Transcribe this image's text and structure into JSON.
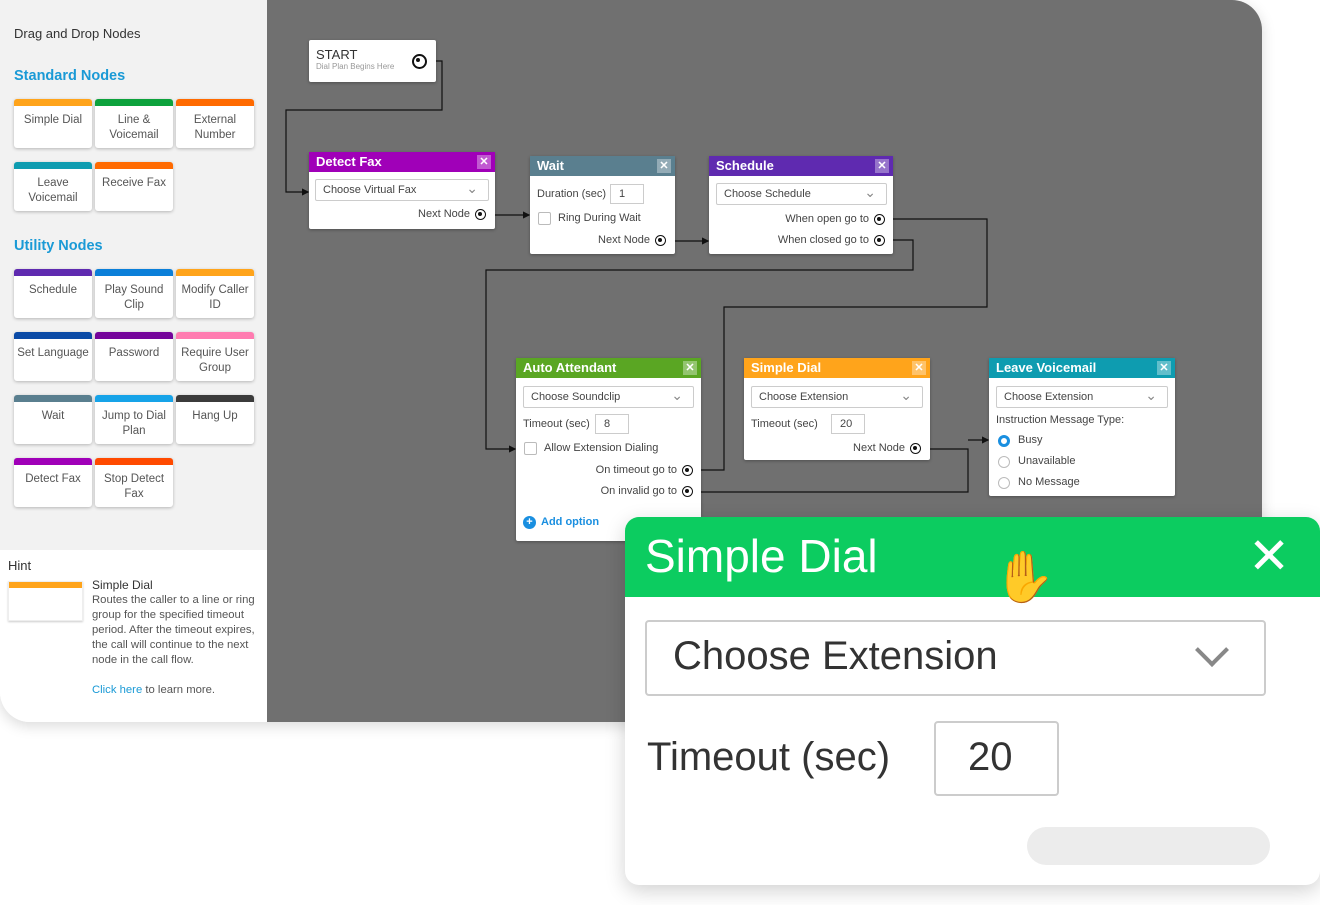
{
  "sidebar": {
    "title": "Drag and Drop Nodes",
    "standard_title": "Standard Nodes",
    "standard": [
      {
        "label": "Simple Dial",
        "color": "#ffa41b"
      },
      {
        "label": "Line & Voicemail",
        "color": "#0da23c"
      },
      {
        "label": "External Number",
        "color": "#ff6a00"
      },
      {
        "label": "Leave Voicemail",
        "color": "#0e9cb0"
      },
      {
        "label": "Receive Fax",
        "color": "#ff6a00"
      }
    ],
    "utility_title": "Utility Nodes",
    "utility": [
      {
        "label": "Schedule",
        "color": "#5f2ab0"
      },
      {
        "label": "Play Sound Clip",
        "color": "#0b7fd9"
      },
      {
        "label": "Modify Caller ID",
        "color": "#ffa41b"
      },
      {
        "label": "Set Language",
        "color": "#0a4aa6"
      },
      {
        "label": "Password",
        "color": "#74039a"
      },
      {
        "label": "Require User Group",
        "color": "#ff7bb0"
      },
      {
        "label": "Wait",
        "color": "#5a7f8f"
      },
      {
        "label": "Jump to Dial Plan",
        "color": "#16a3e8"
      },
      {
        "label": "Hang Up",
        "color": "#3b3b3b"
      },
      {
        "label": "Detect Fax",
        "color": "#a000b8"
      },
      {
        "label": "Stop Detect Fax",
        "color": "#ff4a00"
      }
    ]
  },
  "hint": {
    "title": "Hint",
    "node": "Simple Dial",
    "description": "Routes the caller to a line or ring group for the specified timeout period. After the timeout expires, the call will continue to the next node in the call flow.",
    "link": "Click here",
    "link_suffix": " to learn more."
  },
  "nodes": {
    "start": {
      "title": "START",
      "subtitle": "Dial Plan Begins Here"
    },
    "detect_fax": {
      "title": "Detect Fax",
      "color": "#a000b8",
      "select": "Choose Virtual Fax",
      "next": "Next Node"
    },
    "wait": {
      "title": "Wait",
      "color": "#5a7f8f",
      "duration_label": "Duration (sec)",
      "duration": "1",
      "ring": "Ring During Wait",
      "next": "Next Node"
    },
    "schedule": {
      "title": "Schedule",
      "color": "#5f2ab0",
      "select": "Choose Schedule",
      "open": "When open go to",
      "closed": "When closed go to"
    },
    "auto_attendant": {
      "title": "Auto Attendant",
      "color": "#5aa623",
      "select": "Choose Soundclip",
      "timeout_label": "Timeout (sec)",
      "timeout": "8",
      "allow": "Allow Extension Dialing",
      "on_timeout": "On timeout go to",
      "on_invalid": "On invalid go to",
      "add": "Add option"
    },
    "simple_dial": {
      "title": "Simple Dial",
      "color": "#ffa41b",
      "select": "Choose Extension",
      "timeout_label": "Timeout (sec)",
      "timeout": "20",
      "next": "Next Node"
    },
    "leave_voicemail": {
      "title": "Leave Voicemail",
      "color": "#0e9cb0",
      "select": "Choose Extension",
      "instr": "Instruction Message Type:",
      "options": [
        "Busy",
        "Unavailable",
        "No Message"
      ],
      "selected": "Busy"
    }
  },
  "zoom_card": {
    "title": "Simple Dial",
    "color": "#0ccc60",
    "select": "Choose Extension",
    "timeout_label": "Timeout (sec)",
    "timeout": "20"
  }
}
